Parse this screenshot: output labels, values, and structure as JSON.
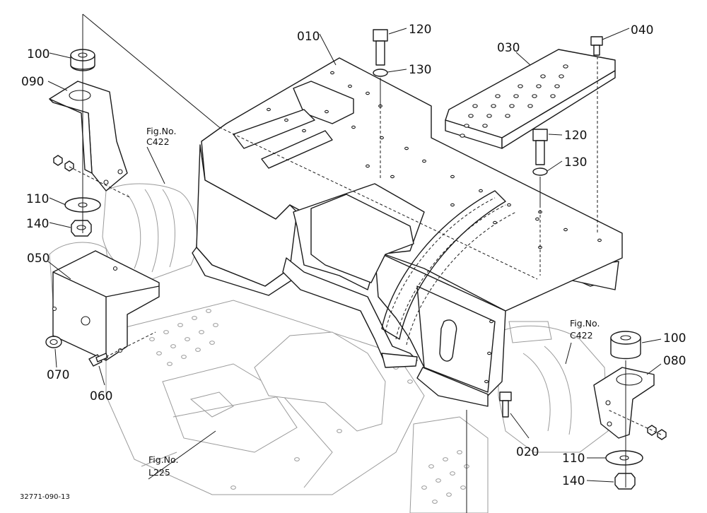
{
  "callouts": [
    {
      "id": "c010",
      "label": "010"
    },
    {
      "id": "c020",
      "label": "020"
    },
    {
      "id": "c030",
      "label": "030"
    },
    {
      "id": "c040",
      "label": "040"
    },
    {
      "id": "c050",
      "label": "050"
    },
    {
      "id": "c060",
      "label": "060"
    },
    {
      "id": "c070",
      "label": "070"
    },
    {
      "id": "c080",
      "label": "080"
    },
    {
      "id": "c090",
      "label": "090"
    },
    {
      "id": "c100a",
      "label": "100"
    },
    {
      "id": "c100b",
      "label": "100"
    },
    {
      "id": "c110a",
      "label": "110"
    },
    {
      "id": "c110b",
      "label": "110"
    },
    {
      "id": "c120a",
      "label": "120"
    },
    {
      "id": "c120b",
      "label": "120"
    },
    {
      "id": "c130a",
      "label": "130"
    },
    {
      "id": "c130b",
      "label": "130"
    },
    {
      "id": "c140a",
      "label": "140"
    },
    {
      "id": "c140b",
      "label": "140"
    }
  ],
  "figure_refs": [
    {
      "id": "refC422a",
      "line1": "Fig.No.",
      "line2": "C422"
    },
    {
      "id": "refC422b",
      "line1": "Fig.No.",
      "line2": "C422"
    },
    {
      "id": "refL225",
      "line1": "Fig.No.",
      "line2": "L225"
    }
  ],
  "drawing_code": "32771-090-13"
}
